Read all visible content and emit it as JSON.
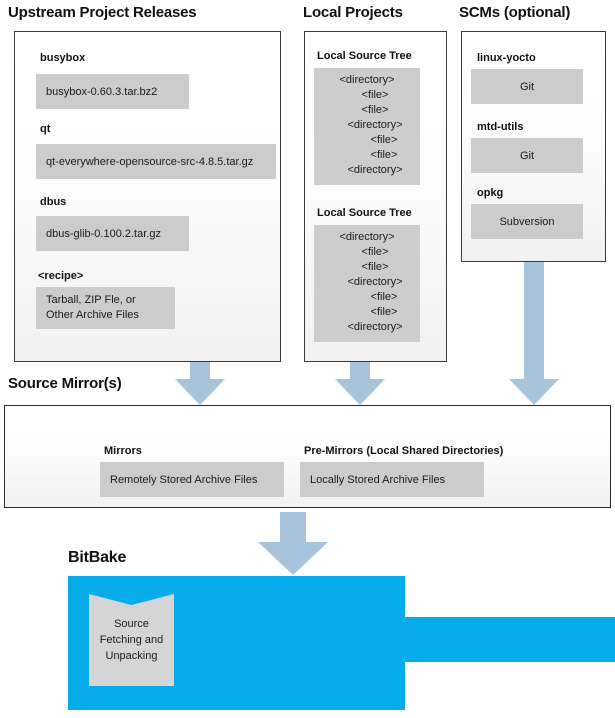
{
  "sections": {
    "upstream": {
      "title": "Upstream Project Releases",
      "items": [
        {
          "label": "busybox",
          "value": "busybox-0.60.3.tar.bz2"
        },
        {
          "label": "qt",
          "value": "qt-everywhere-opensource-src-4.8.5.tar.gz"
        },
        {
          "label": "dbus",
          "value": "dbus-glib-0.100.2.tar.gz"
        },
        {
          "label": "<recipe>",
          "value_line1": "Tarball, ZIP Fle, or",
          "value_line2": "Other Archive Files"
        }
      ]
    },
    "local_projects": {
      "title": "Local Projects",
      "trees": [
        {
          "label": "Local Source Tree",
          "nodes": [
            {
              "text": "<directory>",
              "level": 0
            },
            {
              "text": "<file>",
              "level": 1
            },
            {
              "text": "<file>",
              "level": 1
            },
            {
              "text": "<directory>",
              "level": 1
            },
            {
              "text": "<file>",
              "level": 2
            },
            {
              "text": "<file>",
              "level": 2
            },
            {
              "text": "<directory>",
              "level": 1
            }
          ]
        },
        {
          "label": "Local Source Tree",
          "nodes": [
            {
              "text": "<directory>",
              "level": 0
            },
            {
              "text": "<file>",
              "level": 1
            },
            {
              "text": "<file>",
              "level": 1
            },
            {
              "text": "<directory>",
              "level": 1
            },
            {
              "text": "<file>",
              "level": 2
            },
            {
              "text": "<file>",
              "level": 2
            },
            {
              "text": "<directory>",
              "level": 1
            }
          ]
        }
      ]
    },
    "scms": {
      "title": "SCMs (optional)",
      "items": [
        {
          "label": "linux-yocto",
          "value": "Git"
        },
        {
          "label": "mtd-utils",
          "value": "Git"
        },
        {
          "label": "opkg",
          "value": "Subversion"
        }
      ]
    },
    "source_mirror": {
      "title": "Source Mirror(s)",
      "items": [
        {
          "label": "Mirrors",
          "value": "Remotely Stored Archive Files"
        },
        {
          "label": "Pre-Mirrors (Local Shared Directories)",
          "value": "Locally Stored Archive Files"
        }
      ]
    },
    "bitbake": {
      "title": "BitBake",
      "process": {
        "line1": "Source",
        "line2": "Fetching and",
        "line3": "Unpacking"
      }
    }
  },
  "colors": {
    "arrow": "#a8c4dd",
    "bitbake_blue": "#06ace9",
    "box_gray": "#cccccc",
    "panel_border": "#3a3a3a"
  },
  "arrows": [
    {
      "name": "upstream-to-mirror"
    },
    {
      "name": "local-projects-to-mirror"
    },
    {
      "name": "scms-to-mirror"
    },
    {
      "name": "mirror-to-bitbake"
    }
  ]
}
